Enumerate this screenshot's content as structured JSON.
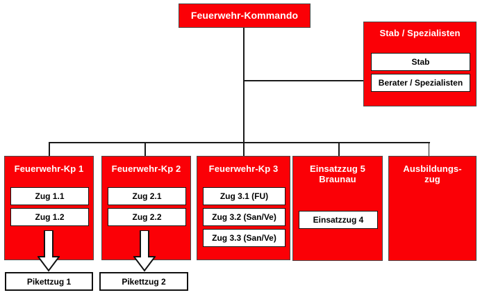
{
  "diagram": {
    "title": "Feuerwehr-Kommando",
    "root": {
      "label": "Feuerwehr-Kommando"
    },
    "staff_group": {
      "header": "Stab / Spezialisten",
      "items": [
        {
          "label": "Stab"
        },
        {
          "label": "Berater / Spezialisten"
        }
      ]
    },
    "units": [
      {
        "header": "Feuerwehr-Kp 1",
        "subunits": [
          {
            "label": "Zug 1.1"
          },
          {
            "label": "Zug 1.2"
          }
        ],
        "arrow": true
      },
      {
        "header": "Feuerwehr-Kp 2",
        "subunits": [
          {
            "label": "Zug 2.1"
          },
          {
            "label": "Zug 2.2"
          }
        ],
        "arrow": true
      },
      {
        "header": "Feuerwehr-Kp 3",
        "subunits": [
          {
            "label": "Zug 3.1 (FU)"
          },
          {
            "label": "Zug 3.2 (San/Ve)"
          },
          {
            "label": "Zug 3.3 (San/Ve)"
          }
        ],
        "arrow": false
      },
      {
        "header": "Einsatzzug 5\nBraunau",
        "header_line1": "Einsatzzug 5",
        "header_line2": "Braunau",
        "subunits": [
          {
            "label": "Einsatzzug 4"
          }
        ],
        "arrow": false
      },
      {
        "header_line1": "Ausbildungs-",
        "header_line2": "zug",
        "subunits": [],
        "arrow": false
      }
    ],
    "standby": [
      {
        "label": "Pikettzug 1"
      },
      {
        "label": "Pikettzug 2"
      }
    ],
    "colors": {
      "unit_fill": "#fb0006",
      "unit_text": "#ffffff",
      "sub_fill": "#ffffff",
      "sub_text": "#000000",
      "line": "#1a1a1a",
      "background": "#ffffff"
    }
  }
}
